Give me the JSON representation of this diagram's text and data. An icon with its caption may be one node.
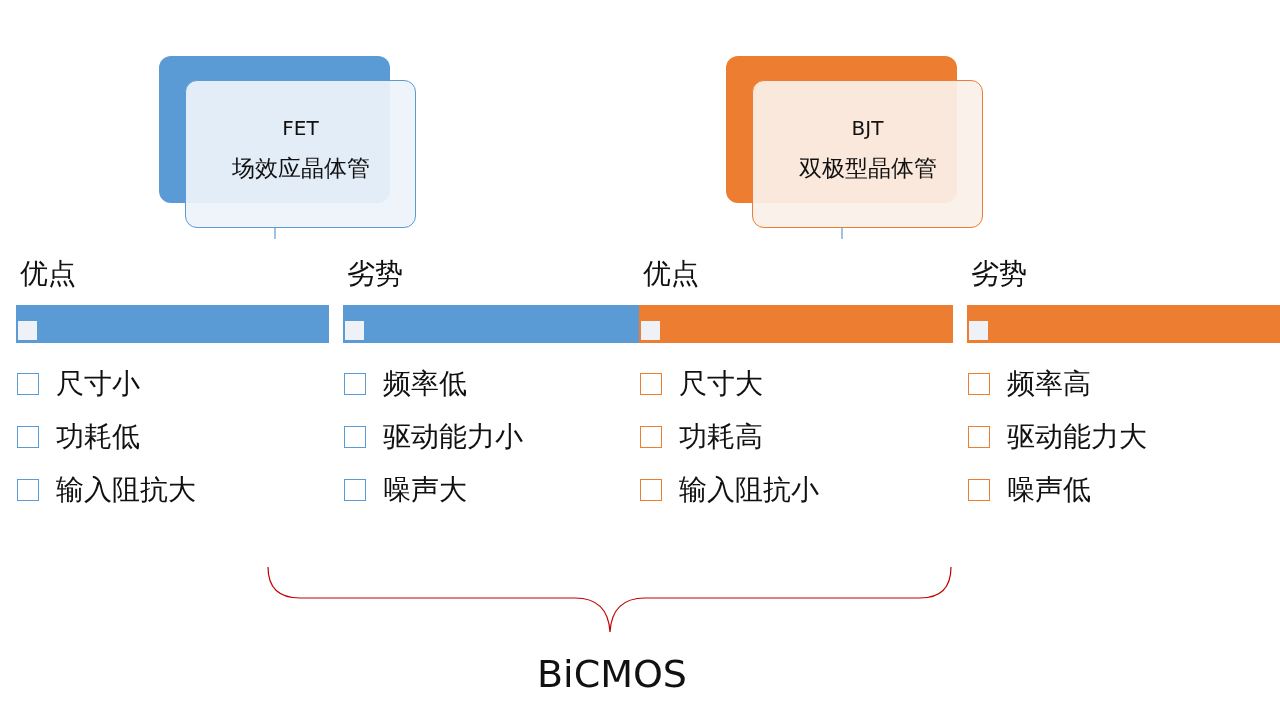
{
  "diagram": {
    "nodes": [
      {
        "text": [
          "FET",
          "场效应晶体管"
        ]
      },
      {
        "text": [
          "BJT",
          "双极型晶体管"
        ]
      },
      {
        "text": [
          "优点",
          "尺寸小",
          "功耗低",
          "输入阻抗大"
        ]
      },
      {
        "text": [
          "劣势",
          "频率低",
          "驱动能力小",
          "噪声大"
        ]
      },
      {
        "text": [
          "优点",
          "尺寸大",
          "功耗高",
          "输入阻抗小"
        ]
      },
      {
        "text": [
          "劣势",
          "频率高",
          "驱动能力大",
          "噪声低"
        ]
      }
    ],
    "edges": [
      {
        "from": 0,
        "to": null,
        "arrow": "none"
      },
      {
        "from": 1,
        "to": null,
        "arrow": "none"
      }
    ],
    "labels": [
      "BiCMOS"
    ]
  }
}
